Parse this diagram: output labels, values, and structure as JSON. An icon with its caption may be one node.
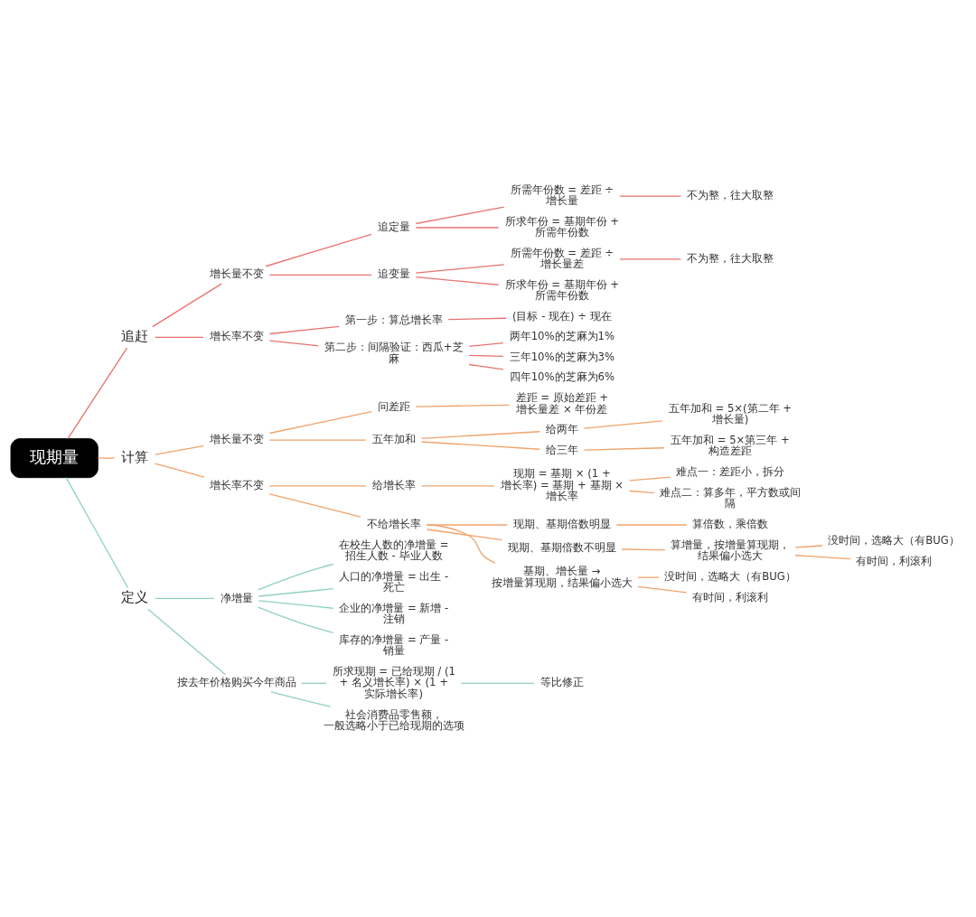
{
  "diagram": {
    "nodes": [
      {
        "text": [
          "现期量"
        ]
      },
      {
        "text": [
          "追赶"
        ]
      },
      {
        "text": [
          "增长量不变"
        ]
      },
      {
        "text": [
          "追定量"
        ]
      },
      {
        "text": [
          "所需年份数 = 差距 ÷ 增长量"
        ]
      },
      {
        "text": [
          "不为整，往大取整"
        ]
      },
      {
        "text": [
          "所求年份 = 基期年份 + 所需年份数"
        ]
      },
      {
        "text": [
          "追变量"
        ]
      },
      {
        "text": [
          "所需年份数 = 差距 ÷ 增长量差"
        ]
      },
      {
        "text": [
          "不为整，往大取整"
        ]
      },
      {
        "text": [
          "所求年份 = 基期年份 + 所需年份数"
        ]
      },
      {
        "text": [
          "增长率不变"
        ]
      },
      {
        "text": [
          "第一步：算总增长率"
        ]
      },
      {
        "text": [
          "(目标 - 现在) ÷ 现在"
        ]
      },
      {
        "text": [
          "第二步：间隔验证：西瓜+芝麻"
        ]
      },
      {
        "text": [
          "两年10%的芝麻为1%"
        ]
      },
      {
        "text": [
          "三年10%的芝麻为3%"
        ]
      },
      {
        "text": [
          "四年10%的芝麻为6%"
        ]
      },
      {
        "text": [
          "计算"
        ]
      },
      {
        "text": [
          "增长量不变"
        ]
      },
      {
        "text": [
          "问差距"
        ]
      },
      {
        "text": [
          "差距 = 原始差距 + 增长量差 × 年份差"
        ]
      },
      {
        "text": [
          "五年加和"
        ]
      },
      {
        "text": [
          "给两年"
        ]
      },
      {
        "text": [
          "五年加和 = 5×(第二年 + 增长量)"
        ]
      },
      {
        "text": [
          "给三年"
        ]
      },
      {
        "text": [
          "五年加和 = 5×第三年 + 构造差距"
        ]
      },
      {
        "text": [
          "增长率不变"
        ]
      },
      {
        "text": [
          "给增长率"
        ]
      },
      {
        "text": [
          "现期 = 基期 × (1 + 增长率) = 基期 + 基期 × 增长率"
        ]
      },
      {
        "text": [
          "难点一：差距小，拆分"
        ]
      },
      {
        "text": [
          "难点二：算多年，平方数或间隔"
        ]
      },
      {
        "text": [
          "不给增长率"
        ]
      },
      {
        "text": [
          "现期、基期倍数明显"
        ]
      },
      {
        "text": [
          "算倍数，乘倍数"
        ]
      },
      {
        "text": [
          "现期、基期倍数不明显"
        ]
      },
      {
        "text": [
          "算增量，按增量算现期，结果偏小选大"
        ]
      },
      {
        "text": [
          "没时间，选略大（有BUG）"
        ]
      },
      {
        "text": [
          "有时间，利滚利"
        ]
      },
      {
        "text": [
          "基期、增长量 → 按增量算现期，结果偏小选大"
        ]
      },
      {
        "text": [
          "没时间，选略大（有BUG）"
        ]
      },
      {
        "text": [
          "有时间，利滚利"
        ]
      },
      {
        "text": [
          "定义"
        ]
      },
      {
        "text": [
          "净增量"
        ]
      },
      {
        "text": [
          "在校生人数的净增量 = 招生人数 - 毕业人数"
        ]
      },
      {
        "text": [
          "人口的净增量 = 出生 - 死亡"
        ]
      },
      {
        "text": [
          "企业的净增量 = 新增 - 注销"
        ]
      },
      {
        "text": [
          "库存的净增量 = 产量 - 销量"
        ]
      },
      {
        "text": [
          "按去年价格购买今年商品"
        ]
      },
      {
        "text": [
          "所求现期 = 已给现期 / (1 + 名义增长率) × (1 + 实际增长率)"
        ]
      },
      {
        "text": [
          "等比修正"
        ]
      },
      {
        "text": [
          "社会消费品零售额，一般选略小于已给现期的选项"
        ]
      }
    ],
    "edges": [
      {
        "from": 0,
        "to": 1,
        "arrow": "none",
        "color": "#e8736f"
      },
      {
        "from": 1,
        "to": 2,
        "arrow": "none",
        "color": "#e8736f"
      },
      {
        "from": 2,
        "to": 3,
        "arrow": "none",
        "color": "#e8736f"
      },
      {
        "from": 3,
        "to": 4,
        "arrow": "none",
        "color": "#e8736f"
      },
      {
        "from": 4,
        "to": 5,
        "arrow": "none",
        "color": "#e8736f"
      },
      {
        "from": 3,
        "to": 6,
        "arrow": "none",
        "color": "#e8736f"
      },
      {
        "from": 2,
        "to": 7,
        "arrow": "none",
        "color": "#e8736f"
      },
      {
        "from": 7,
        "to": 8,
        "arrow": "none",
        "color": "#e8736f"
      },
      {
        "from": 8,
        "to": 9,
        "arrow": "none",
        "color": "#e8736f"
      },
      {
        "from": 7,
        "to": 10,
        "arrow": "none",
        "color": "#e8736f"
      },
      {
        "from": 1,
        "to": 11,
        "arrow": "none",
        "color": "#e8736f"
      },
      {
        "from": 11,
        "to": 12,
        "arrow": "none",
        "color": "#e8736f"
      },
      {
        "from": 12,
        "to": 13,
        "arrow": "none",
        "color": "#e8736f"
      },
      {
        "from": 11,
        "to": 14,
        "arrow": "none",
        "color": "#e8736f"
      },
      {
        "from": 14,
        "to": 15,
        "arrow": "none",
        "color": "#e8736f"
      },
      {
        "from": 14,
        "to": 16,
        "arrow": "none",
        "color": "#e8736f"
      },
      {
        "from": 14,
        "to": 17,
        "arrow": "none",
        "color": "#e8736f"
      },
      {
        "from": 0,
        "to": 18,
        "arrow": "none"
      },
      {
        "from": 18,
        "to": 19,
        "arrow": "none"
      },
      {
        "from": 19,
        "to": 20,
        "arrow": "none"
      },
      {
        "from": 20,
        "to": 21,
        "arrow": "none"
      },
      {
        "from": 19,
        "to": 22,
        "arrow": "none"
      },
      {
        "from": 22,
        "to": 23,
        "arrow": "none"
      },
      {
        "from": 23,
        "to": 24,
        "arrow": "none"
      },
      {
        "from": 22,
        "to": 25,
        "arrow": "none"
      },
      {
        "from": 25,
        "to": 26,
        "arrow": "none"
      },
      {
        "from": 18,
        "to": 27,
        "arrow": "none"
      },
      {
        "from": 27,
        "to": 28,
        "arrow": "none"
      },
      {
        "from": 28,
        "to": 29,
        "arrow": "none"
      },
      {
        "from": 29,
        "to": 30,
        "arrow": "none"
      },
      {
        "from": 29,
        "to": 31,
        "arrow": "none"
      },
      {
        "from": 27,
        "to": 32,
        "arrow": "none"
      },
      {
        "from": 32,
        "to": 33,
        "arrow": "none"
      },
      {
        "from": 33,
        "to": 34,
        "arrow": "none"
      },
      {
        "from": 32,
        "to": 35,
        "arrow": "none"
      },
      {
        "from": 35,
        "to": 36,
        "arrow": "none"
      },
      {
        "from": 36,
        "to": 37,
        "arrow": "none"
      },
      {
        "from": 36,
        "to": 38,
        "arrow": "none"
      },
      {
        "from": 32,
        "to": 39,
        "arrow": "none"
      },
      {
        "from": 39,
        "to": 40,
        "arrow": "none"
      },
      {
        "from": 39,
        "to": 41,
        "arrow": "none"
      },
      {
        "from": 0,
        "to": 42,
        "arrow": "none",
        "color": "#8fd3b6"
      },
      {
        "from": 42,
        "to": 43,
        "arrow": "none",
        "color": "#8fd3b6"
      },
      {
        "from": 43,
        "to": 44,
        "arrow": "none",
        "color": "#8fd3b6"
      },
      {
        "from": 43,
        "to": 45,
        "arrow": "none",
        "color": "#8fd3b6"
      },
      {
        "from": 43,
        "to": 46,
        "arrow": "none",
        "color": "#8fd3b6"
      },
      {
        "from": 43,
        "to": 47,
        "arrow": "none",
        "color": "#8fd3b6"
      },
      {
        "from": 42,
        "to": 48,
        "arrow": "none",
        "color": "#8fd3b6"
      },
      {
        "from": 48,
        "to": 49,
        "arrow": "none",
        "color": "#8fd3b6"
      },
      {
        "from": 49,
        "to": 50,
        "arrow": "none",
        "color": "#8fd3b6"
      },
      {
        "from": 48,
        "to": 51,
        "arrow": "none",
        "color": "#8fd3b6"
      }
    ]
  }
}
